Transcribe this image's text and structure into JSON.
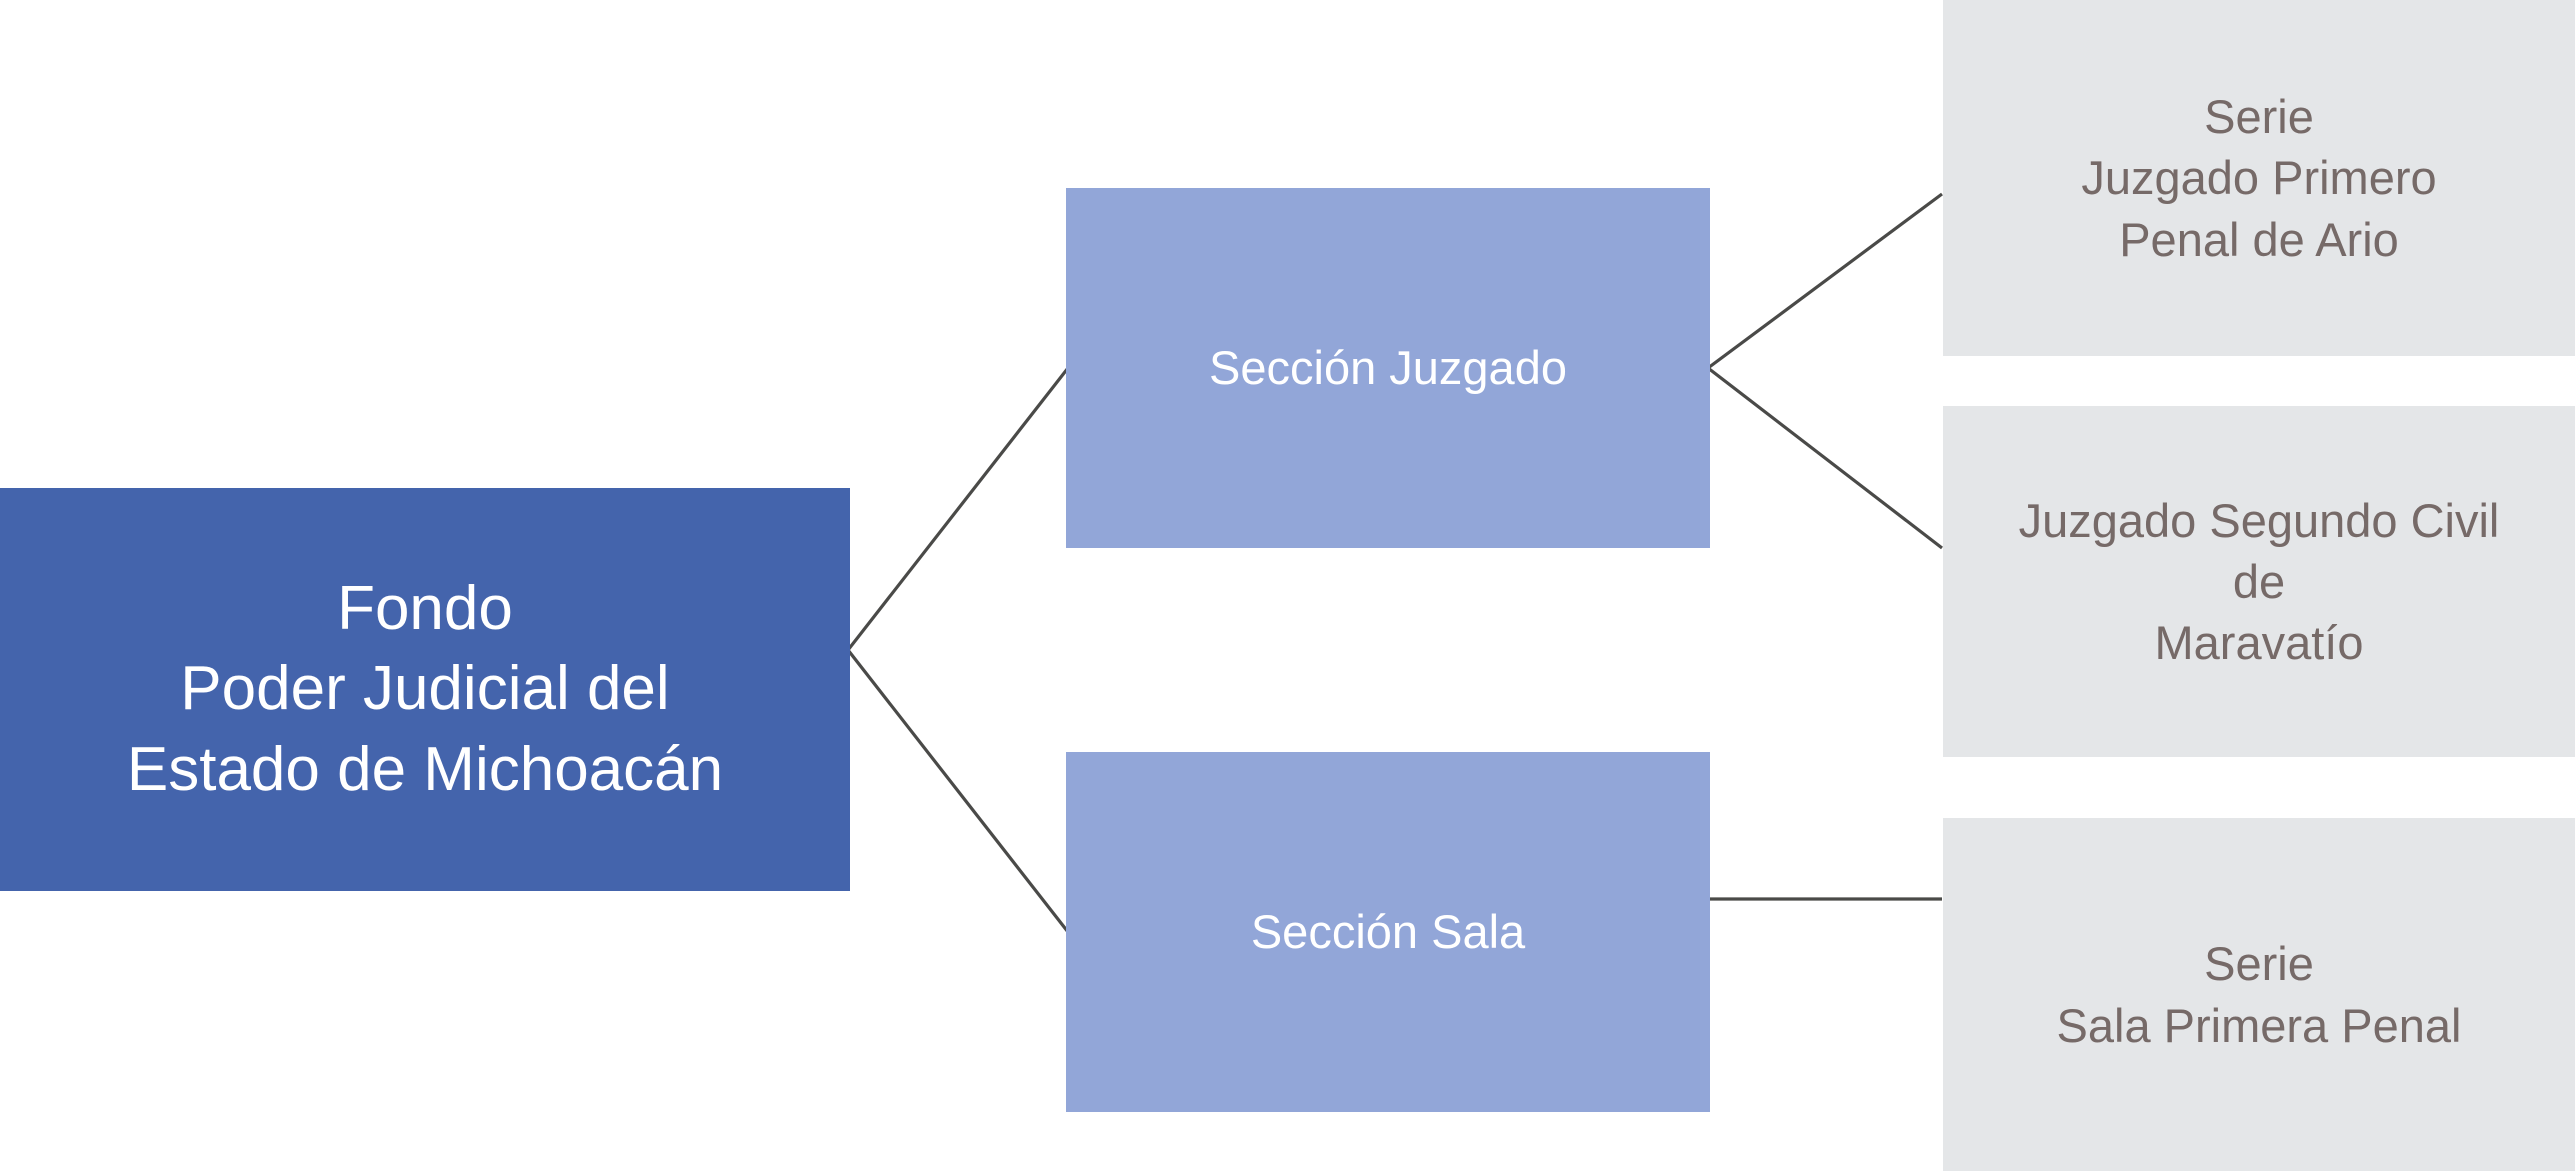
{
  "diagram": {
    "type": "organizational-hierarchy-tree",
    "orientation": "left-to-right",
    "colors": {
      "root_fill": "#4464ac",
      "root_text": "#ffffff",
      "section_fill": "#92a6d8",
      "section_text": "#ffffff",
      "serie_fill": "#e4e6e8",
      "serie_text": "#766a68",
      "connector": "#4a4a48",
      "background": "#ffffff"
    },
    "levels": {
      "level1_label": "Fondo",
      "level2_label": "Sección",
      "level3_label": "Serie"
    },
    "root": {
      "id": "fondo",
      "text": "Fondo\nPoder Judicial del\nEstado de Michoacán",
      "lines": [
        "Fondo",
        "Poder Judicial del",
        "Estado de Michoacán"
      ]
    },
    "sections": [
      {
        "id": "seccion-juzgado",
        "text": "Sección Juzgado",
        "lines": [
          "Sección Juzgado"
        ]
      },
      {
        "id": "seccion-sala",
        "text": "Sección Sala",
        "lines": [
          "Sección Sala"
        ]
      }
    ],
    "series": [
      {
        "id": "serie-juzgado-primero-penal-de-ario",
        "parent": "seccion-juzgado",
        "text": "Serie\nJuzgado Primero\nPenal de Ario",
        "lines": [
          "Serie",
          "Juzgado Primero",
          "Penal de Ario"
        ]
      },
      {
        "id": "juzgado-segundo-civil-de-maravatio",
        "parent": "seccion-juzgado",
        "text": "Juzgado Segundo Civil\nde\nMaravatío",
        "lines": [
          "Juzgado Segundo Civil",
          "de",
          "Maravatío"
        ]
      },
      {
        "id": "serie-sala-primera-penal",
        "parent": "seccion-sala",
        "text": "Serie\nSala Primera Penal",
        "lines": [
          "Serie",
          "Sala Primera Penal"
        ]
      }
    ],
    "edges": [
      {
        "from": "fondo",
        "to": "seccion-juzgado"
      },
      {
        "from": "fondo",
        "to": "seccion-sala"
      },
      {
        "from": "seccion-juzgado",
        "to": "serie-juzgado-primero-penal-de-ario"
      },
      {
        "from": "seccion-juzgado",
        "to": "juzgado-segundo-civil-de-maravatio"
      },
      {
        "from": "seccion-sala",
        "to": "serie-sala-primera-penal"
      }
    ]
  }
}
